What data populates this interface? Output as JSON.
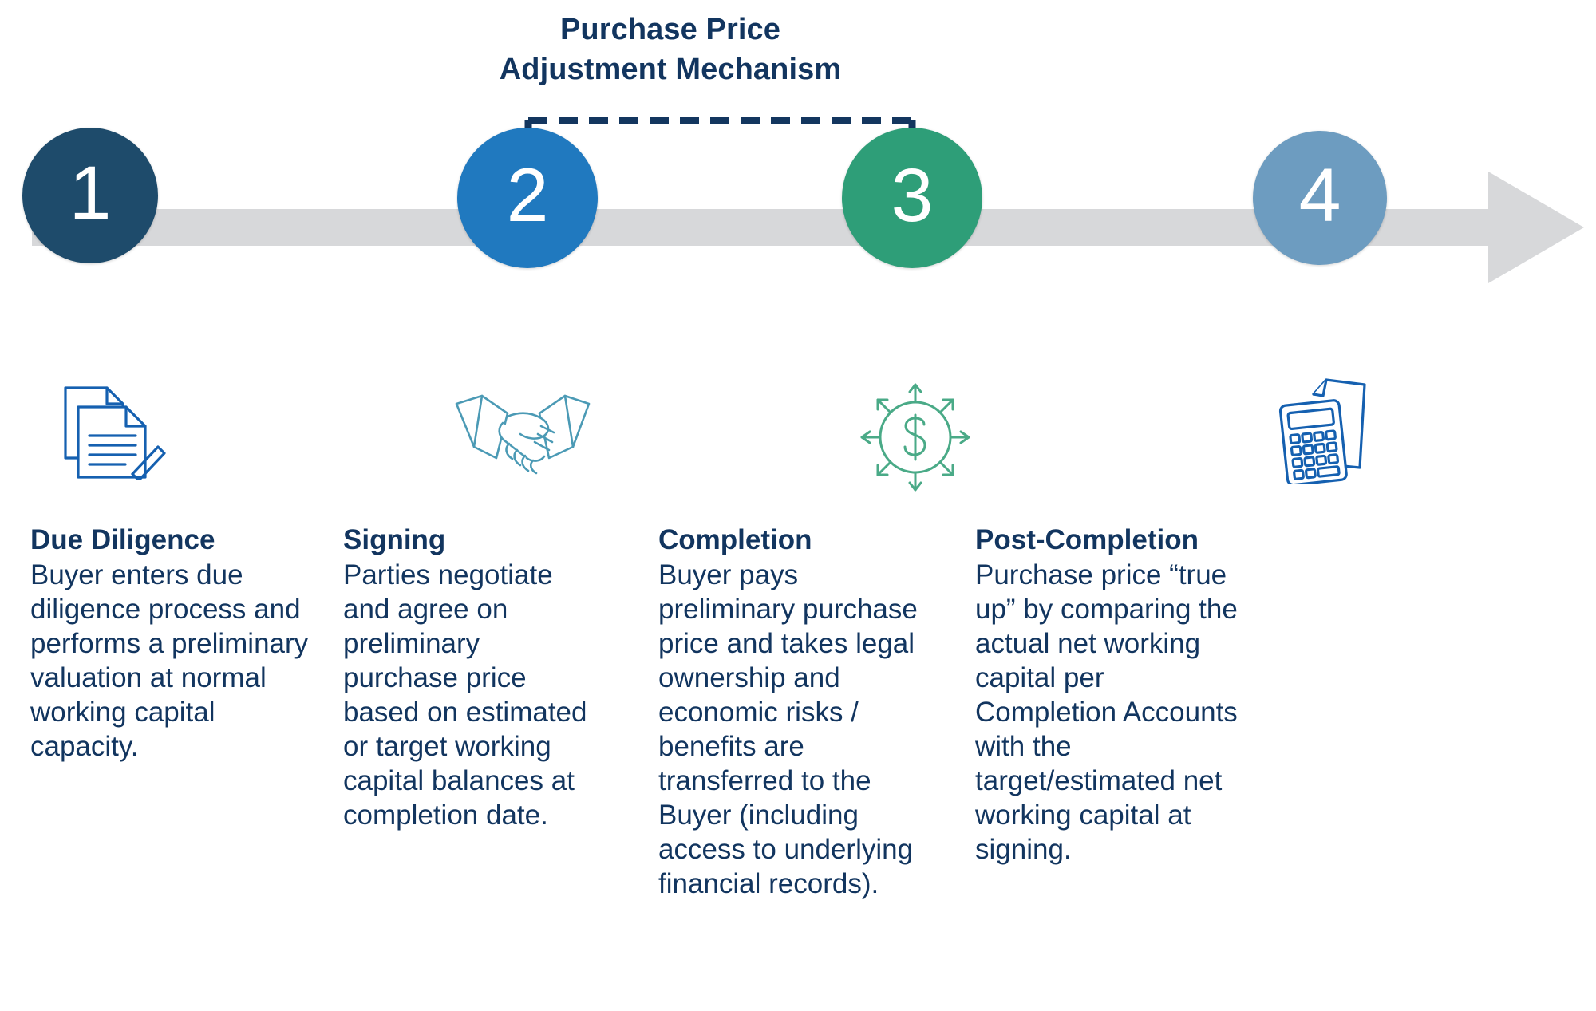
{
  "title": {
    "line1": "Purchase Price",
    "line2": "Adjustment Mechanism"
  },
  "colors": {
    "title_navy": "#12355f",
    "text_navy": "#12355f",
    "bar_gray": "#d7d8da",
    "step1": "#1e4b6b",
    "step2": "#2079bf",
    "step3": "#2e9e78",
    "step4": "#6d9cc0",
    "icon_blue": "#1560b0",
    "icon_teal": "#4b9ab5",
    "icon_green": "#4aaa87",
    "bracket_navy": "#13365f"
  },
  "steps": [
    {
      "number": "1",
      "heading": "Due Diligence",
      "body": "Buyer enters due diligence process and performs a preliminary valuation at normal working capital capacity.",
      "icon": "documents-with-pen-icon"
    },
    {
      "number": "2",
      "heading": "Signing",
      "body": "Parties negotiate and agree on preliminary purchase price based on estimated or target working capital balances at completion date.",
      "icon": "handshake-icon"
    },
    {
      "number": "3",
      "heading": "Completion",
      "body": "Buyer pays preliminary purchase price and takes legal ownership and economic risks / benefits are transferred to the Buyer (including access to underlying financial records).",
      "icon": "dollar-distribution-icon"
    },
    {
      "number": "4",
      "heading": "Post-Completion",
      "body": "Purchase price “true up” by comparing the actual net working capital per Completion Accounts with the target/estimated net working capital at signing.",
      "icon": "calculator-with-document-icon"
    }
  ],
  "connector": {
    "name": "purchase-price-adjustment-bracket",
    "from_step": "3",
    "to_step": "2",
    "style": "dashed-with-arrowhead"
  }
}
